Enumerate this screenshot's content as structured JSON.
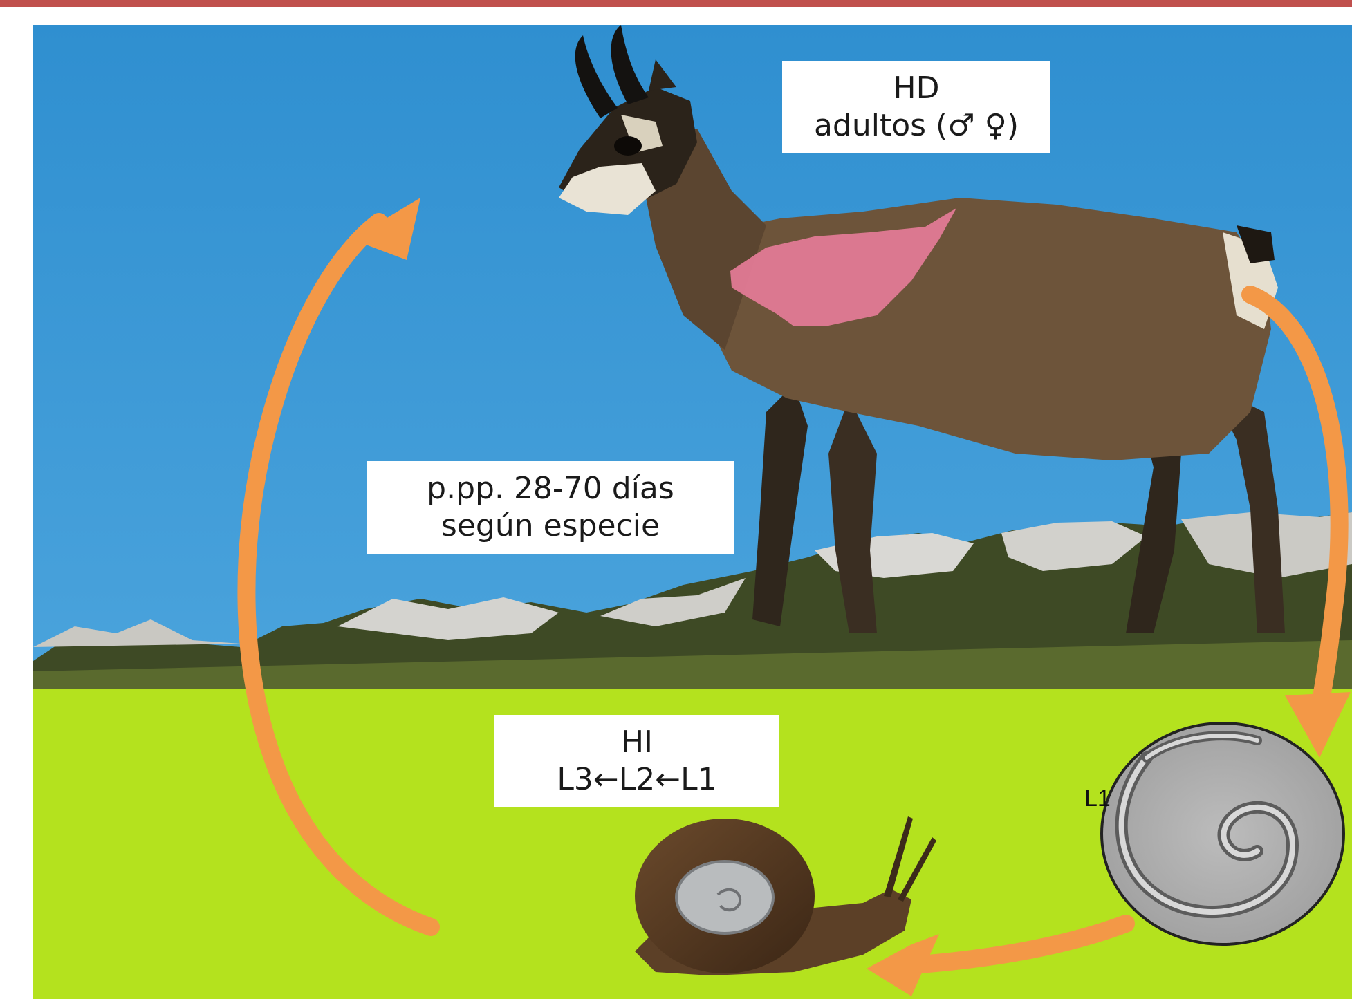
{
  "colors": {
    "sky": "#3a96d4",
    "grass": "#b4e21e",
    "arrow": "#f39847",
    "lung": "#e27a95",
    "top_bar": "#c0504d"
  },
  "labels": {
    "hd": {
      "line1": "HD",
      "line2": "adultos (♂ ♀)"
    },
    "ppp": {
      "line1": "p.pp. 28-70 días",
      "line2": "según especie"
    },
    "hi": {
      "line1": "HI",
      "line2": "L3←L2←L1"
    },
    "larva": "L1"
  },
  "figures": [
    {
      "name": "chamois",
      "role": "definitive host"
    },
    {
      "name": "lung",
      "role": "parasite location"
    },
    {
      "name": "snail",
      "role": "intermediate host"
    },
    {
      "name": "larva-micrograph",
      "role": "first-stage larva"
    }
  ]
}
